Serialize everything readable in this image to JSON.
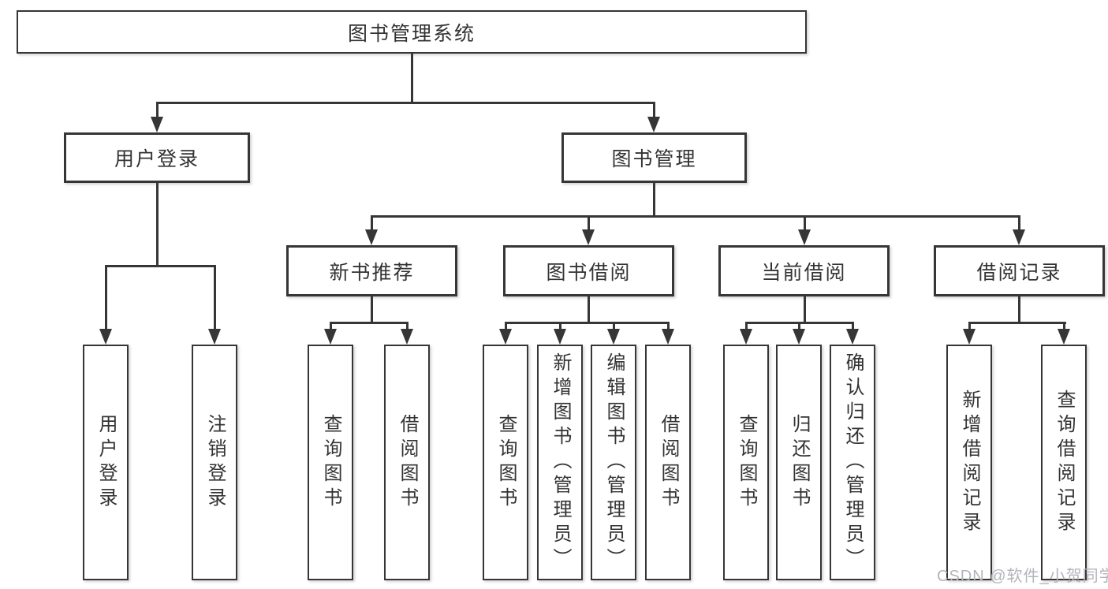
{
  "root": {
    "label": "图书管理系统"
  },
  "user_login": {
    "label": "用户登录",
    "children": [
      {
        "label": "用户登录"
      },
      {
        "label": "注销登录"
      }
    ]
  },
  "book_management": {
    "label": "图书管理",
    "children": [
      {
        "label": "新书推荐",
        "children": [
          {
            "label": "查询图书"
          },
          {
            "label": "借阅图书"
          }
        ]
      },
      {
        "label": "图书借阅",
        "children": [
          {
            "label": "查询图书"
          },
          {
            "label": "新增图书（管理员）"
          },
          {
            "label": "编辑图书（管理员）"
          },
          {
            "label": "借阅图书"
          }
        ]
      },
      {
        "label": "当前借阅",
        "children": [
          {
            "label": "查询图书"
          },
          {
            "label": "归还图书"
          },
          {
            "label": "确认归还（管理员）"
          }
        ]
      },
      {
        "label": "借阅记录",
        "children": [
          {
            "label": "新增借阅记录"
          },
          {
            "label": "查询借阅记录"
          }
        ]
      }
    ]
  },
  "watermark": {
    "text": "CSDN @软件_小贺同学"
  },
  "colors": {
    "line": "#363636",
    "box_border": "#363636",
    "text": "#333333",
    "watermark": "#b2b5ba",
    "background": "#ffffff"
  }
}
